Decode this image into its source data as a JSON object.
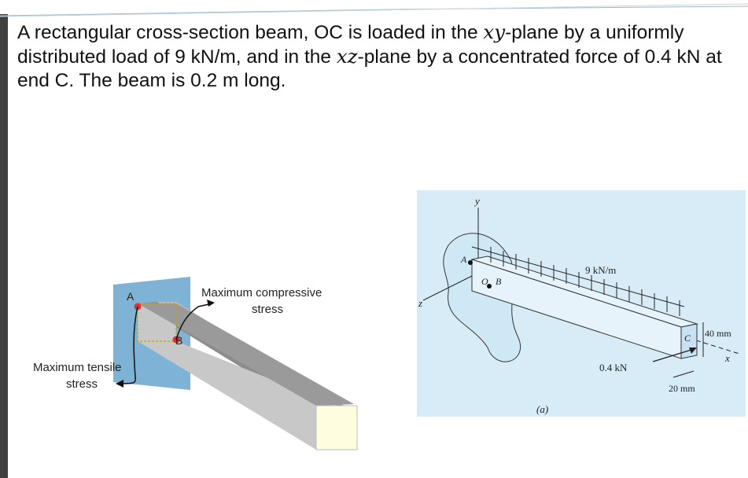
{
  "problem": {
    "p1": "A rectangular cross-section beam, OC is loaded in the ",
    "m1": "xy",
    "p2": "-plane by a uniformly distributed load of 9 kN/m, and in the ",
    "m2": "xz",
    "p3": "-plane by a concentrated force of 0.4 kN at end C. The beam is 0.2 m long."
  },
  "left_figure": {
    "point_a": "A",
    "point_b": "B",
    "compressive_line1": "Maximum compressive",
    "compressive_line2": "stress",
    "tensile_line1": "Maximum tensile",
    "tensile_line2": "stress",
    "colors": {
      "wall": "#7fb3d5",
      "beam_side": "#c8c8c8",
      "beam_top": "#8c8c8c",
      "end_face": "#fffde0",
      "point": "#e53030"
    }
  },
  "right_figure": {
    "axis_y": "y",
    "axis_z": "z",
    "axis_x": "x",
    "label_a": "A",
    "label_o": "O",
    "label_b": "B",
    "label_c": "C",
    "distributed_load": "9 kN/m",
    "concentrated_force": "0.4 kN",
    "height_dim": "40 mm",
    "width_dim": "20 mm",
    "caption": "(a)",
    "colors": {
      "panel": "#d8ecf7",
      "support": "#cfe8f6",
      "beam": "#e6f3fb"
    }
  }
}
